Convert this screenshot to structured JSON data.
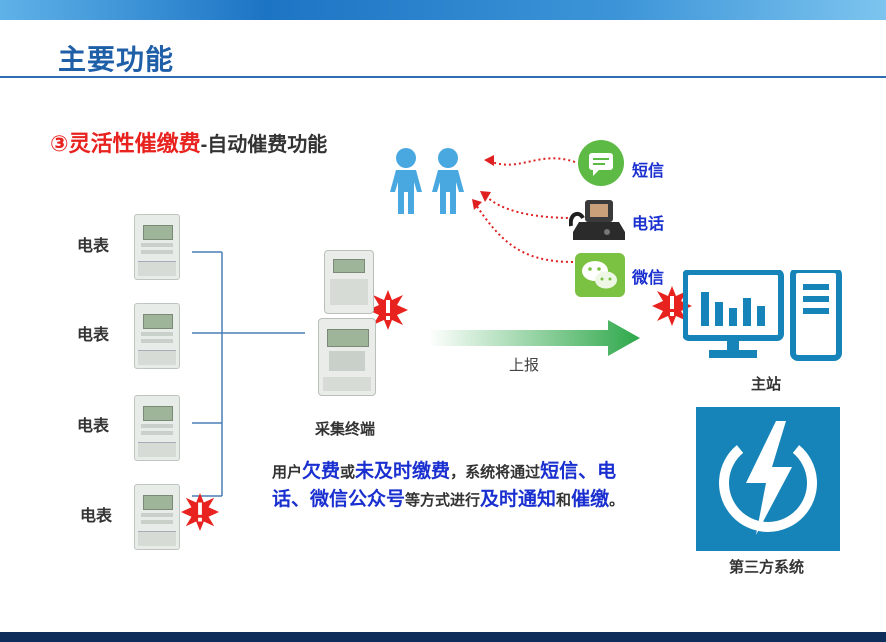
{
  "slide": {
    "title": "主要功能",
    "subtitle_highlight": "③灵活性催缴费",
    "subtitle_rest": "-自动催费功能"
  },
  "meters": [
    {
      "label": "电表"
    },
    {
      "label": "电表"
    },
    {
      "label": "电表"
    },
    {
      "label": "电表"
    }
  ],
  "terminal": {
    "label": "采集终端"
  },
  "report_label": "上报",
  "channels": [
    {
      "label": "短信",
      "icon": "sms-icon"
    },
    {
      "label": "电话",
      "icon": "phone-icon"
    },
    {
      "label": "微信",
      "icon": "wechat-icon"
    }
  ],
  "master_station": {
    "label": "主站"
  },
  "third_party": {
    "label": "第三方系统"
  },
  "description": {
    "p1": "用户",
    "h1": "欠费",
    "p2": "或",
    "h2": "未及时缴费",
    "p3": "，系统将通过",
    "h3": "短信、电话、微信公众号",
    "p4": "等方式进行",
    "h4": "及时通知",
    "p5": "和",
    "h5": "催缴",
    "p6": "。"
  },
  "colors": {
    "title": "#1f5fa8",
    "highlight_red": "#e8231f",
    "highlight_blue": "#1a2fd0",
    "station_blue": "#1684b8",
    "alert_red": "#e8231f",
    "arrow_green": "#2ea84a"
  }
}
